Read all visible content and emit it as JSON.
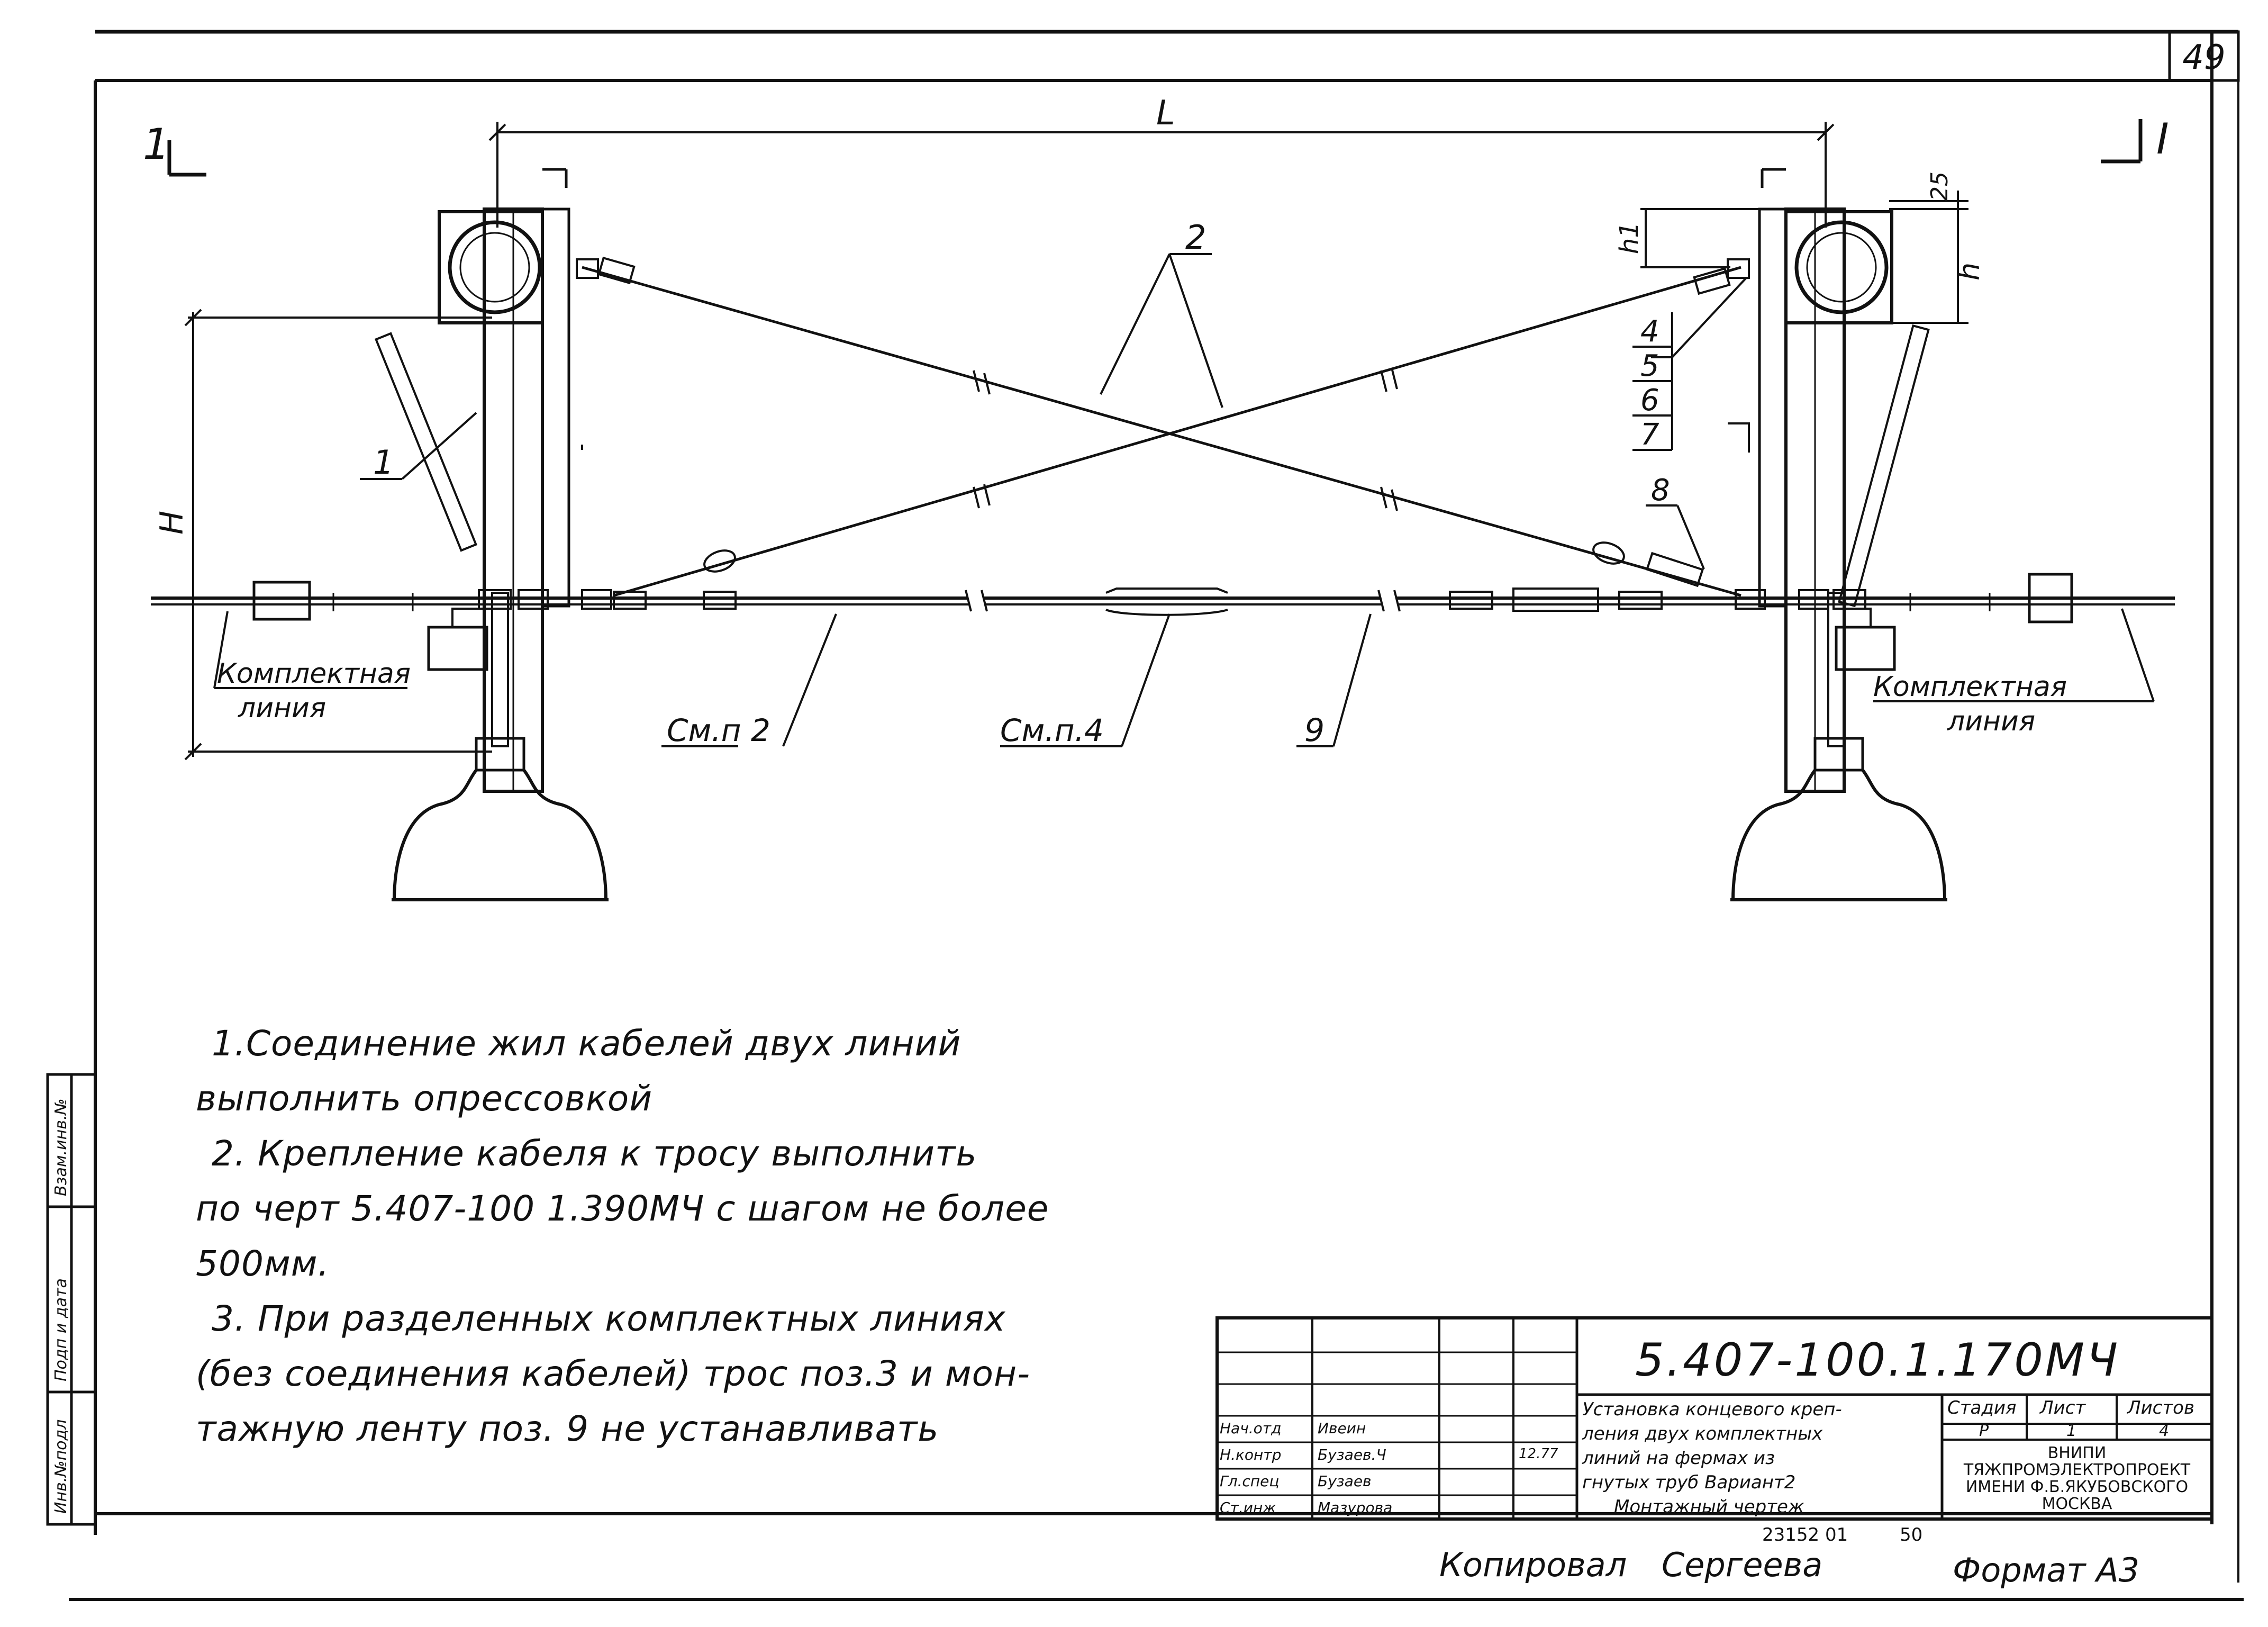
{
  "sheet": {
    "page_number": "49",
    "section_left": "1",
    "section_right": "I"
  },
  "dimensions": {
    "span": "L",
    "height": "H",
    "h1": "h1",
    "h": "h",
    "offset": "25"
  },
  "callouts": {
    "c1": "1",
    "c2": "2",
    "c4": "4",
    "c5": "5",
    "c6": "6",
    "c7": "7",
    "c8": "8",
    "c9": "9",
    "see_p2": "См.п 2",
    "see_p4": "См.п.4",
    "complete_line_left": [
      "Комплектная",
      "линия"
    ],
    "complete_line_right": [
      "Комплектная",
      "линия"
    ]
  },
  "notes": [
    "1.Соединение жил кабелей двух линий",
    "выполнить опрессовкой",
    "2. Крепление кабеля к тросу выполнить",
    "по черт 5.407-100 1.390МЧ    с шагом не более",
    "500мм.",
    "3. При разделенных комплектных линиях",
    "(без соединения кабелей) трос поз.3 и мон-",
    "тажную ленту поз. 9 не устанавливать"
  ],
  "side_stamp": [
    "Инв.№подл",
    "Подп и дата",
    "Взам.инв.№"
  ],
  "title_block": {
    "doc_number": "5.407-100.1.170МЧ",
    "title": [
      "Установка концевого креп-",
      "ления двух комплектных",
      "линий на фермах из",
      "гнутых труб Вариант2",
      "Монтажный чертеж"
    ],
    "stage_label": "Стадия",
    "sheet_label": "Лист",
    "sheets_label": "Листов",
    "stage": "Р",
    "sheet": "1",
    "sheets": "4",
    "org": [
      "ВНИПИ",
      "ТЯЖПРОМЭЛЕКТРОПРОЕКТ",
      "ИМЕНИ Ф.Б.ЯКУБОВСКОГО",
      "МОСКВА"
    ],
    "signers": [
      {
        "role": "Нач.отд",
        "name": "Ивеин"
      },
      {
        "role": "Н.контр",
        "name": "Бузаев.Ч"
      },
      {
        "role": "Гл.спец",
        "name": "Бузаев"
      },
      {
        "role": "Ст.инж",
        "name": "Мазурова"
      }
    ],
    "date": "12.77"
  },
  "footer": {
    "checked": "Копировал",
    "checker": "Сергеева",
    "archive": "23152 01",
    "archive_sheet": "50",
    "format": "Формат А3"
  }
}
